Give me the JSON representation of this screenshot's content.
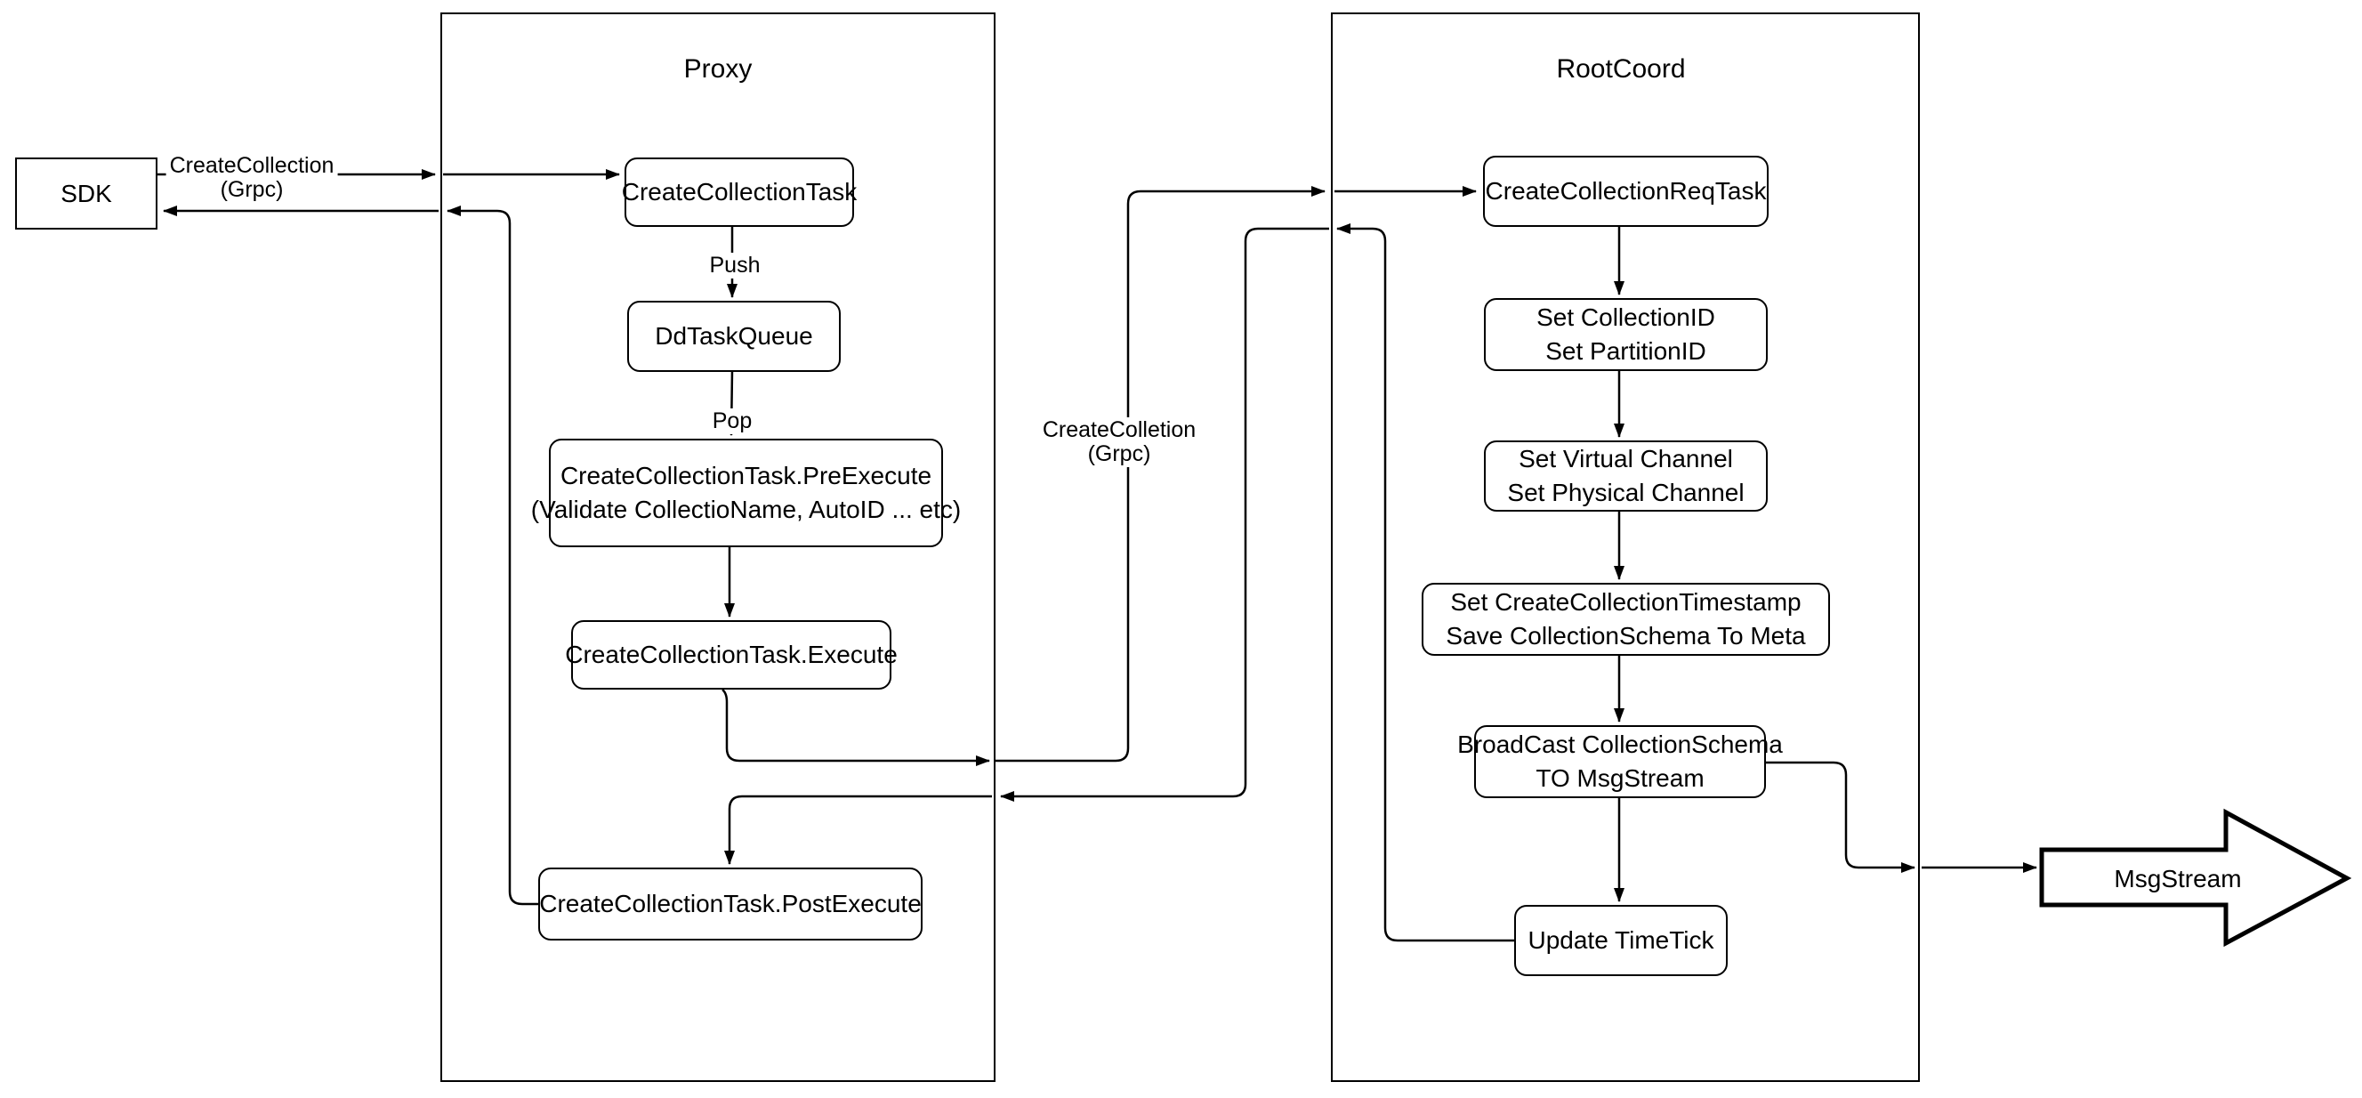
{
  "diagram": {
    "colors": {
      "stroke": "#000000",
      "background": "#ffffff"
    },
    "external": {
      "sdk": "SDK",
      "msgstream": "MsgStream"
    },
    "proxy": {
      "title": "Proxy",
      "nodes": {
        "create_collection_task": "CreateCollectionTask",
        "dd_task_queue": "DdTaskQueue",
        "pre_execute": {
          "line1": "CreateCollectionTask.PreExecute",
          "line2": "(Validate CollectioName, AutoID ... etc)"
        },
        "execute": "CreateCollectionTask.Execute",
        "post_execute": "CreateCollectionTask.PostExecute"
      },
      "edge_labels": {
        "push": "Push",
        "pop": "Pop"
      }
    },
    "rootcoord": {
      "title": "RootCoord",
      "nodes": {
        "req_task": "CreateCollectionReqTask",
        "set_ids": {
          "line1": "Set CollectionID",
          "line2": "Set PartitionID"
        },
        "set_channels": {
          "line1": "Set Virtual Channel",
          "line2": "Set Physical Channel"
        },
        "set_timestamp": {
          "line1": "Set CreateCollectionTimestamp",
          "line2": "Save CollectionSchema To Meta"
        },
        "broadcast": {
          "line1": "BroadCast CollectionSchema",
          "line2": "TO MsgStream"
        },
        "update_timetick": "Update TimeTick"
      }
    },
    "edge_labels": {
      "sdk_to_proxy": {
        "line1": "CreateCollection",
        "line2": "(Grpc)"
      },
      "proxy_to_rootcoord": {
        "line1": "CreateColletion",
        "line2": "(Grpc)"
      }
    }
  }
}
